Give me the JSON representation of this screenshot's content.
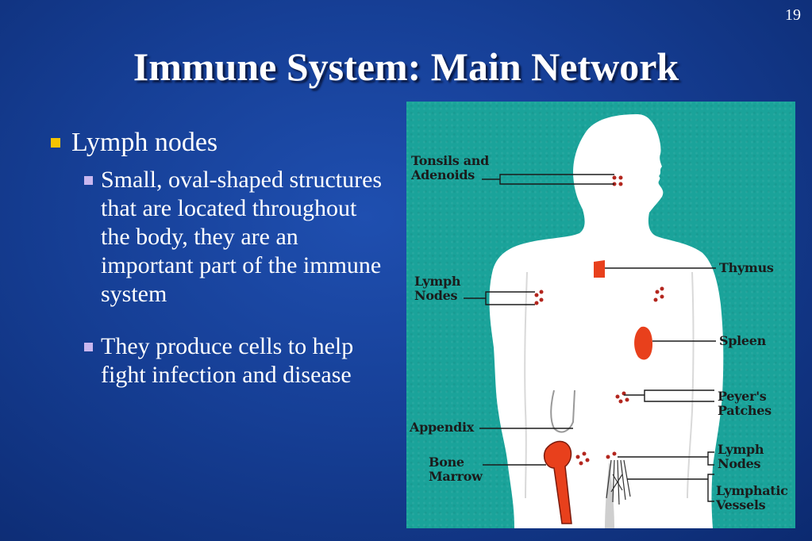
{
  "page_number": "19",
  "title": "Immune System: Main Network",
  "bullets": {
    "main": "Lymph nodes",
    "sub": [
      "Small, oval-shaped structures that are located throughout the body, they are an important part of the immune system",
      "They produce cells to help fight infection and disease"
    ]
  },
  "diagram": {
    "labels": {
      "tonsils": [
        "Tonsils and",
        "Adenoids"
      ],
      "lymph_nodes_upper": [
        "Lymph",
        "Nodes"
      ],
      "appendix": "Appendix",
      "bone_marrow": [
        "Bone",
        "Marrow"
      ],
      "thymus": "Thymus",
      "spleen": "Spleen",
      "peyers": [
        "Peyer's",
        "Patches"
      ],
      "lymph_nodes_lower": [
        "Lymph",
        "Nodes"
      ],
      "lymphatic": [
        "Lymphatic",
        "Vessels"
      ]
    },
    "colors": {
      "background": "#1aa39a",
      "body": "#ffffff",
      "organ": "#e8401c",
      "node": "#b3261e",
      "line": "#1b1b1b"
    }
  }
}
